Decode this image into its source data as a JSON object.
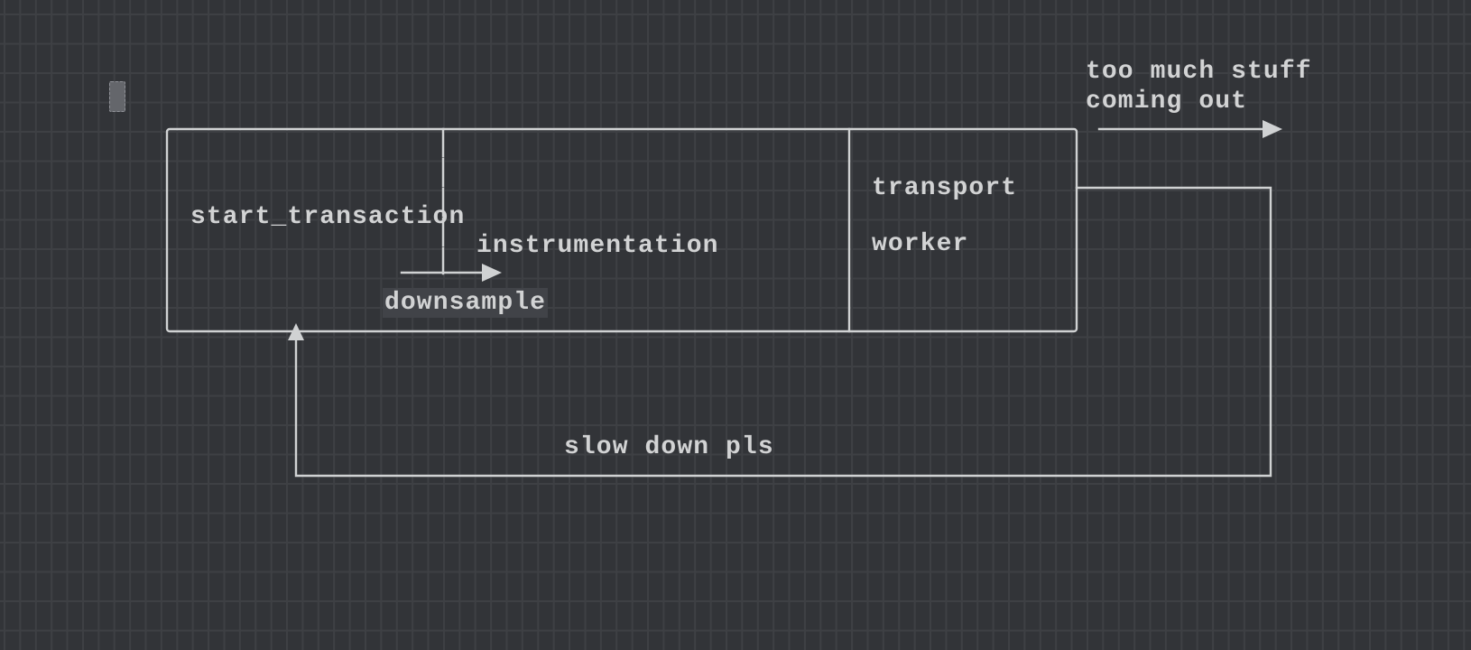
{
  "colors": {
    "background": "#323438",
    "grid_line": "#3e4044",
    "stroke": "#d0d2d3",
    "text": "#d2d3d4",
    "highlight": "#414348",
    "cursor_fill": "#64666b",
    "cursor_border": "#909298"
  },
  "diagram": {
    "type": "pipeline-flow-sketch",
    "labels": {
      "start_transaction": "start_transaction",
      "instrumentation": "instrumentation",
      "downsample": "downsample",
      "transport": "transport",
      "worker": "worker",
      "output_note_line1": "too much stuff",
      "output_note_line2": "coming out",
      "feedback_note": "slow down pls"
    },
    "relationships": {
      "downsample_arrow": "start_transaction -> instrumentation",
      "output_arrow": "transport worker -> out",
      "feedback_loop": "transport worker -> start_transaction"
    }
  }
}
